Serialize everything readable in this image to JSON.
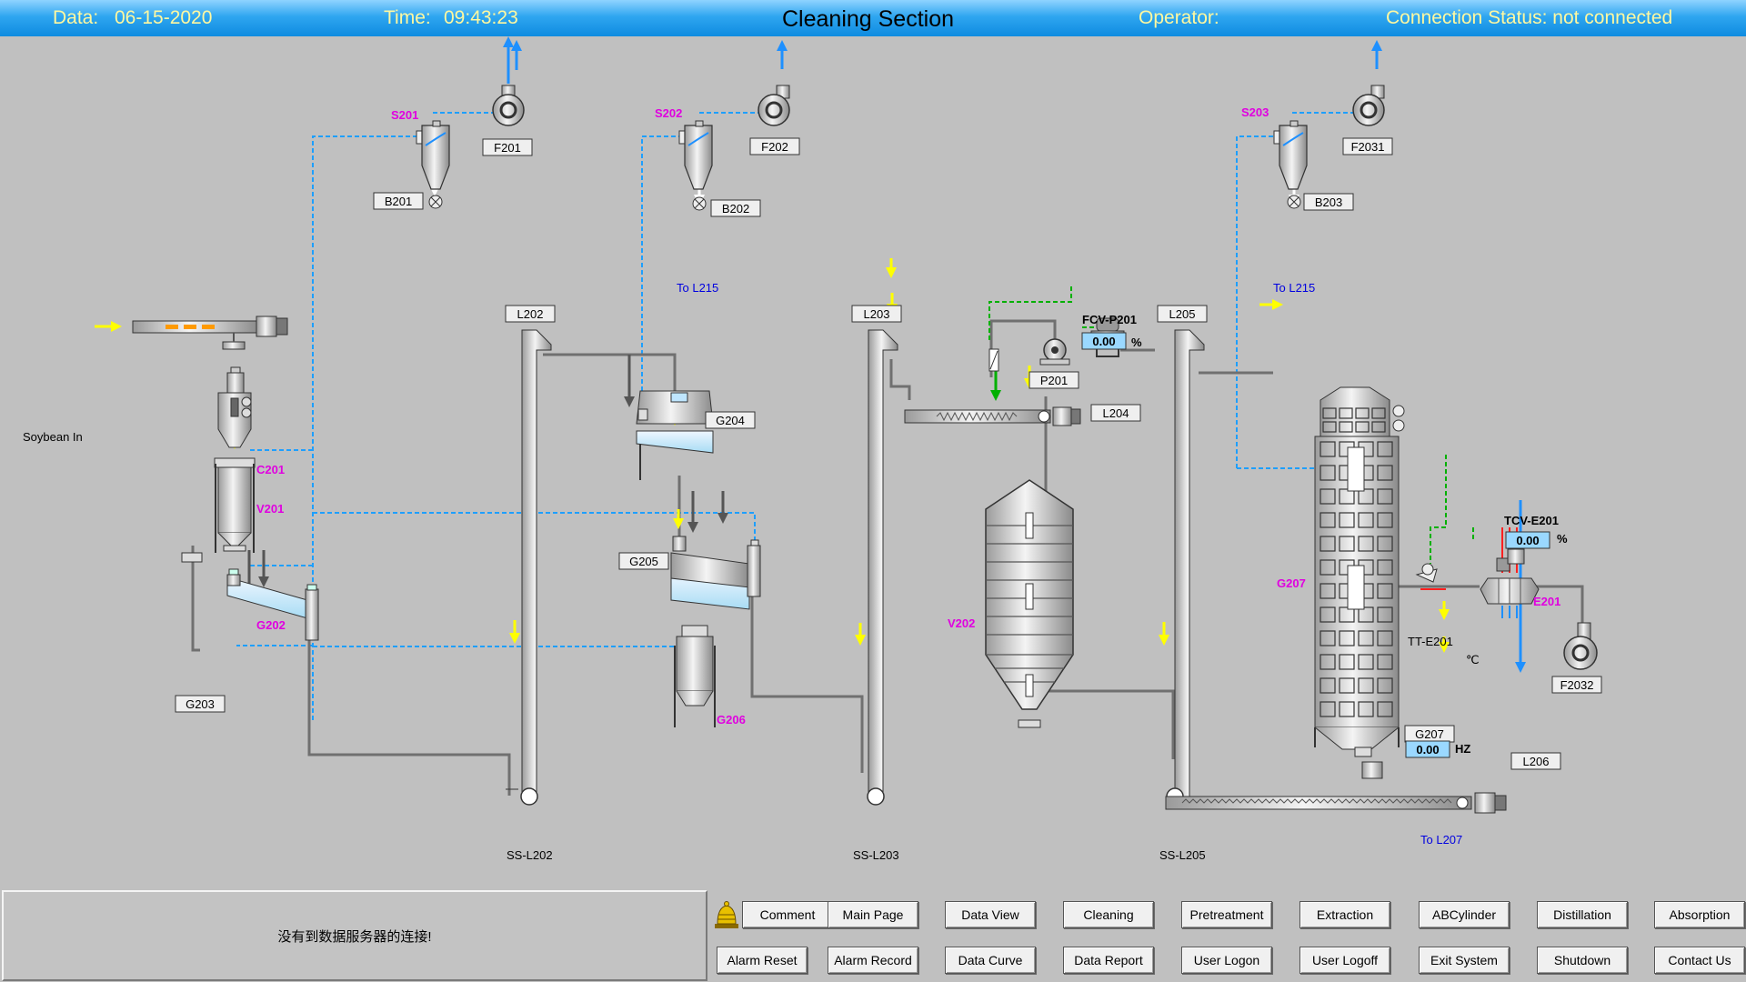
{
  "header": {
    "date_label": "Data:",
    "date_value": "06-15-2020",
    "time_label": "Time:",
    "time_value": "09:43:23",
    "title": "Cleaning Section",
    "operator_label": "Operator:",
    "connection_status": "Connection Status: not connected"
  },
  "diagram": {
    "fans": [
      "F201",
      "F202",
      "F2031",
      "F2032"
    ],
    "cyclones": [
      "S201",
      "S202",
      "S203"
    ],
    "valves": [
      "B201",
      "B202",
      "B203"
    ],
    "destinations": [
      "To L215",
      "To L215",
      "To L207"
    ],
    "elevators": [
      "L202",
      "L203",
      "L205"
    ],
    "elevator_bases": [
      "SS-L202",
      "SS-L203",
      "SS-L205"
    ],
    "conveyors": [
      "L204",
      "L206"
    ],
    "soybean_in": "Soybean In",
    "equipment": [
      "C201",
      "V201",
      "G202",
      "G203",
      "G204",
      "G205",
      "G206",
      "V202",
      "G207",
      "E201",
      "P201",
      "TT-E201"
    ],
    "instruments": {
      "fcv_tag": "FCV-P201",
      "fcv_value": "0.00",
      "fcv_unit": "%",
      "tcv_tag": "TCV-E201",
      "tcv_value": "0.00",
      "tcv_unit": "%",
      "temp_unit": "℃",
      "hz_value": "0.00",
      "hz_unit": "HZ"
    }
  },
  "status_message": "没有到数据服务器的连接!",
  "buttons": {
    "row1": [
      "Comment",
      "Main Page",
      "Data View",
      "Cleaning",
      "Pretreatment",
      "Extraction",
      "ABCylinder",
      "Distillation",
      "Absorption"
    ],
    "row2": [
      "Alarm Reset",
      "Alarm Record",
      "Data Curve",
      "Data Report",
      "User Logon",
      "User Logoff",
      "Exit System",
      "Shutdown",
      "Contact Us"
    ]
  },
  "colors": {
    "header_text": "#fff8a0",
    "tag_magenta": "#e000e0",
    "flow_yellow": "#ffff00",
    "flow_blue": "#1e90ff",
    "signal_green": "#00b000",
    "value_box": "#9ad8ff"
  }
}
